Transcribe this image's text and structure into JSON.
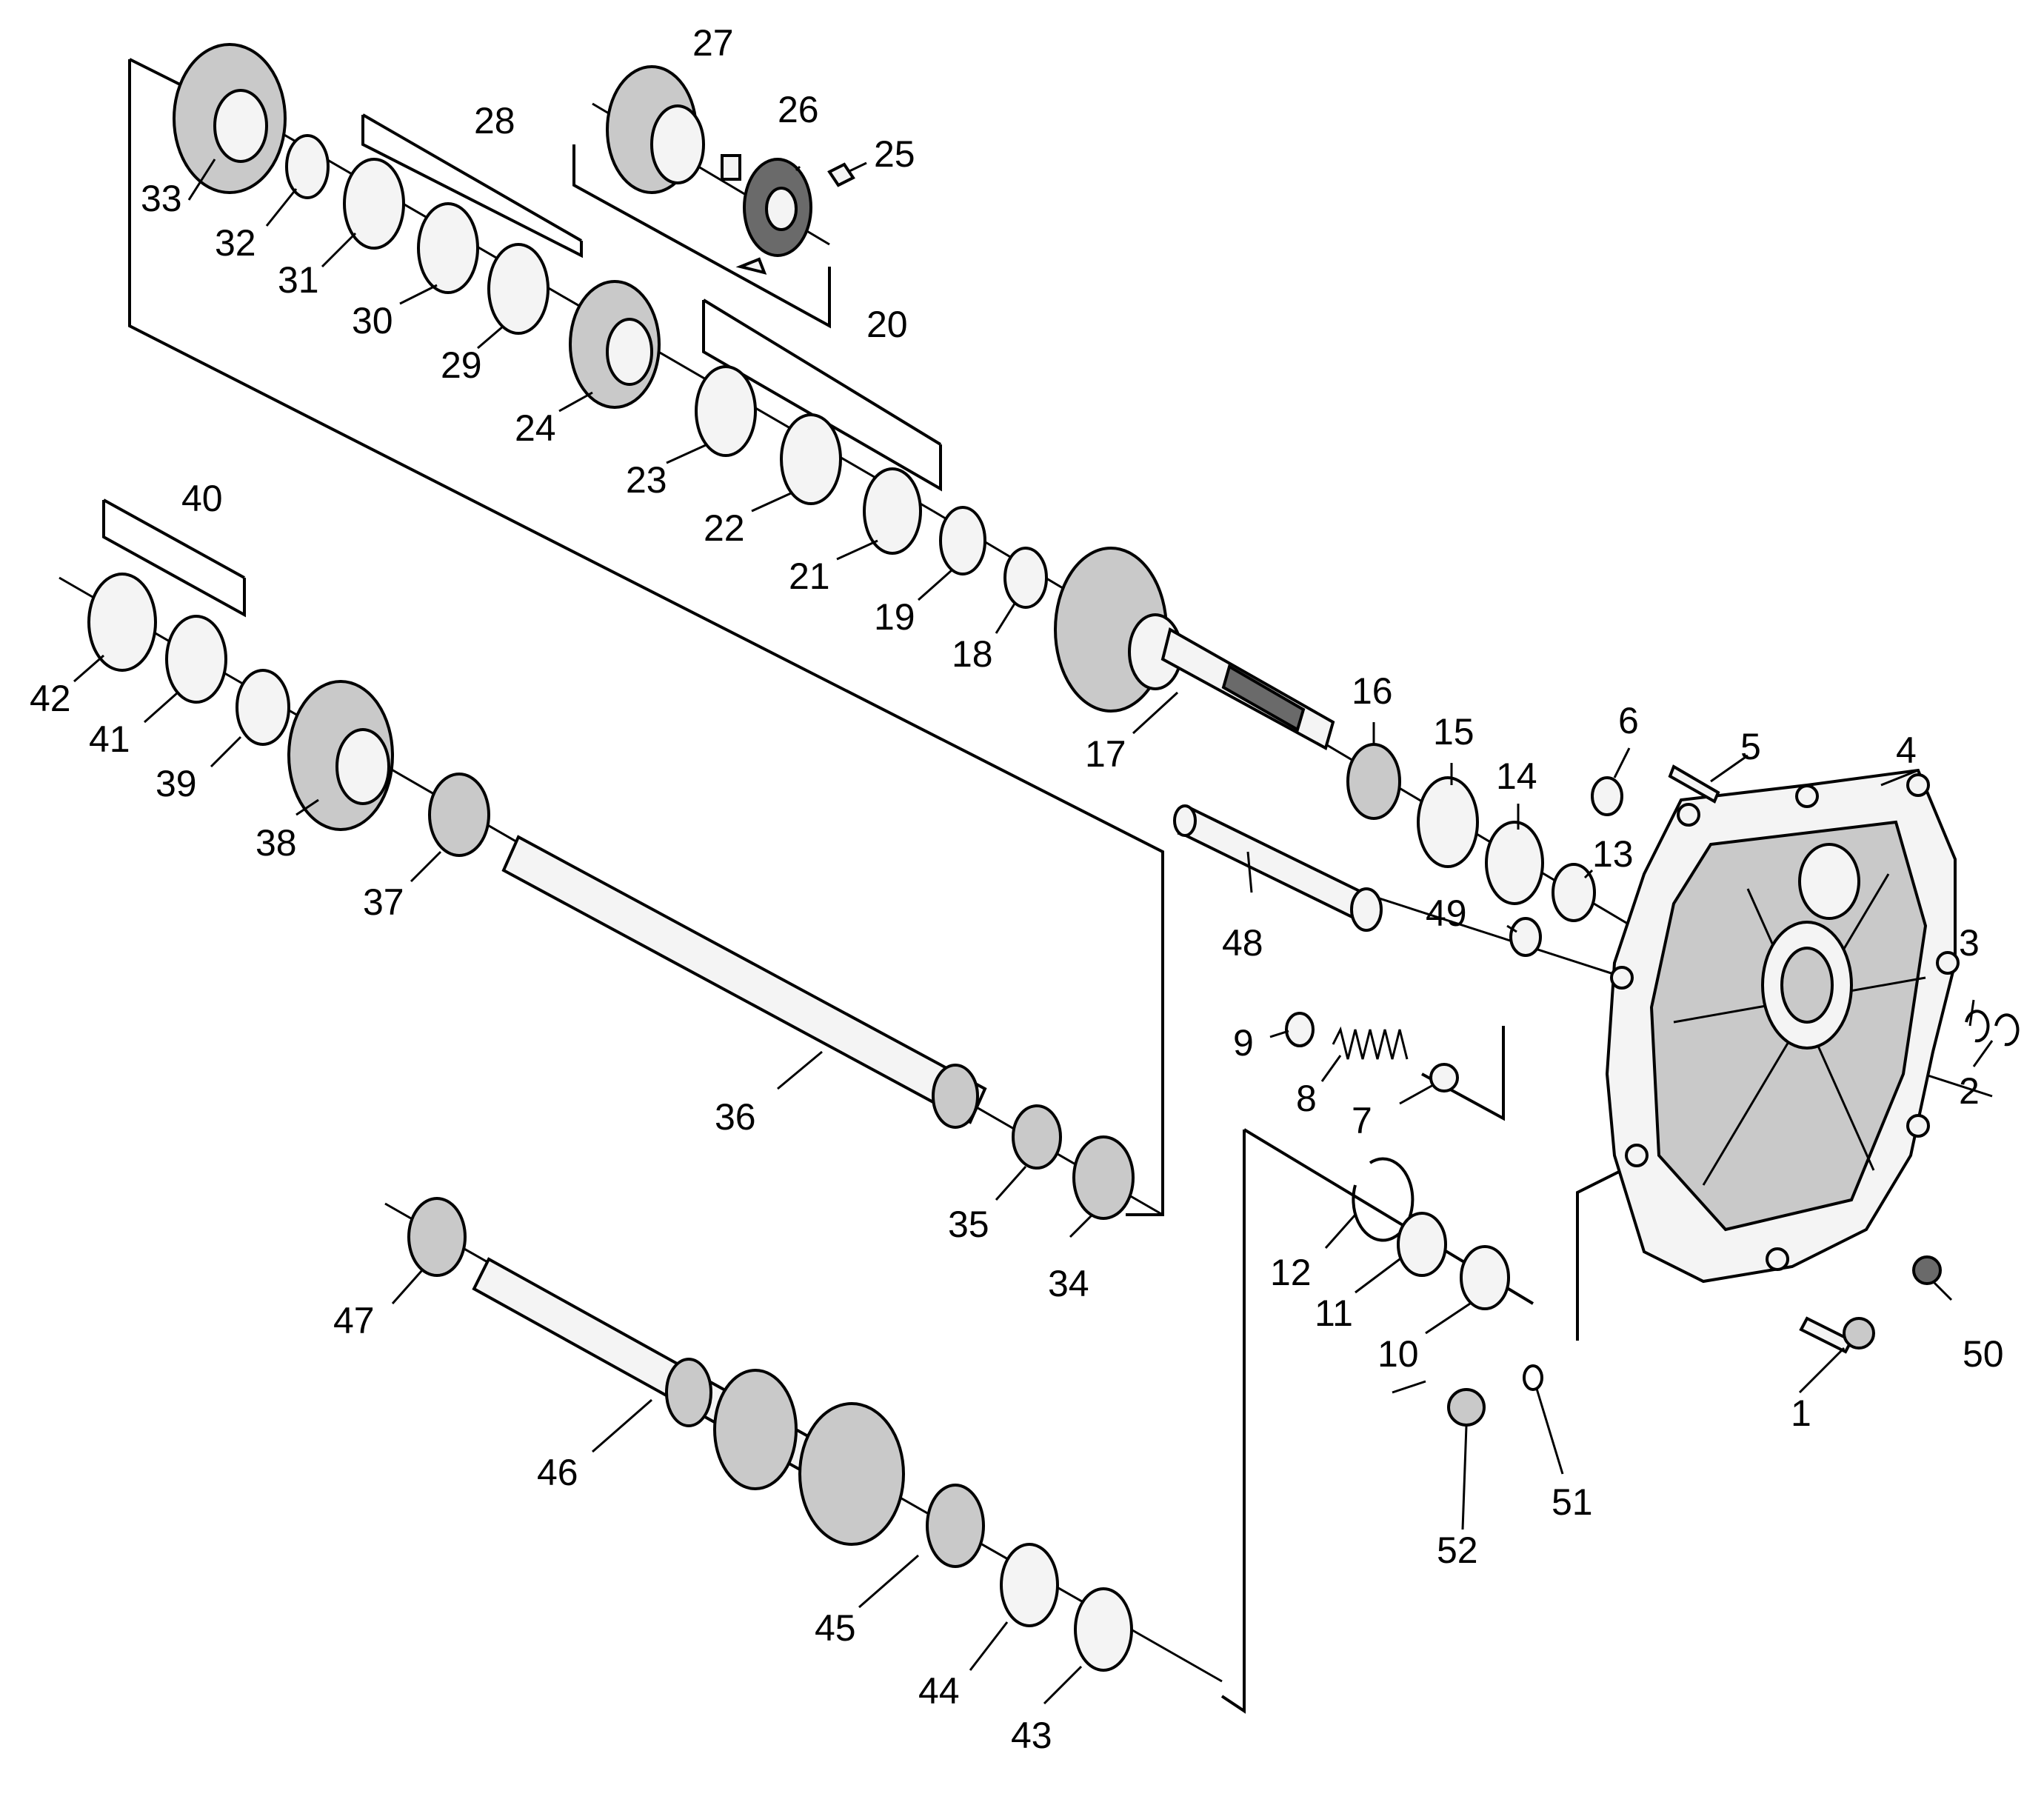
{
  "diagram": {
    "callouts": [
      {
        "id": "c1",
        "text": "1"
      },
      {
        "id": "c2",
        "text": "2"
      },
      {
        "id": "c3",
        "text": "3"
      },
      {
        "id": "c4",
        "text": "4"
      },
      {
        "id": "c5",
        "text": "5"
      },
      {
        "id": "c6",
        "text": "6"
      },
      {
        "id": "c7",
        "text": "7"
      },
      {
        "id": "c8",
        "text": "8"
      },
      {
        "id": "c9",
        "text": "9"
      },
      {
        "id": "c10",
        "text": "10"
      },
      {
        "id": "c11",
        "text": "11"
      },
      {
        "id": "c12",
        "text": "12"
      },
      {
        "id": "c13",
        "text": "13"
      },
      {
        "id": "c14",
        "text": "14"
      },
      {
        "id": "c15",
        "text": "15"
      },
      {
        "id": "c16",
        "text": "16"
      },
      {
        "id": "c17",
        "text": "17"
      },
      {
        "id": "c18",
        "text": "18"
      },
      {
        "id": "c19",
        "text": "19"
      },
      {
        "id": "c20",
        "text": "20"
      },
      {
        "id": "c21",
        "text": "21"
      },
      {
        "id": "c22",
        "text": "22"
      },
      {
        "id": "c23",
        "text": "23"
      },
      {
        "id": "c24",
        "text": "24"
      },
      {
        "id": "c25",
        "text": "25"
      },
      {
        "id": "c26",
        "text": "26"
      },
      {
        "id": "c27",
        "text": "27"
      },
      {
        "id": "c28",
        "text": "28"
      },
      {
        "id": "c29",
        "text": "29"
      },
      {
        "id": "c30",
        "text": "30"
      },
      {
        "id": "c31",
        "text": "31"
      },
      {
        "id": "c32",
        "text": "32"
      },
      {
        "id": "c33",
        "text": "33"
      },
      {
        "id": "c34",
        "text": "34"
      },
      {
        "id": "c35",
        "text": "35"
      },
      {
        "id": "c36",
        "text": "36"
      },
      {
        "id": "c37",
        "text": "37"
      },
      {
        "id": "c38",
        "text": "38"
      },
      {
        "id": "c39",
        "text": "39"
      },
      {
        "id": "c40",
        "text": "40"
      },
      {
        "id": "c41",
        "text": "41"
      },
      {
        "id": "c42",
        "text": "42"
      },
      {
        "id": "c43",
        "text": "43"
      },
      {
        "id": "c44",
        "text": "44"
      },
      {
        "id": "c45",
        "text": "45"
      },
      {
        "id": "c46",
        "text": "46"
      },
      {
        "id": "c47",
        "text": "47"
      },
      {
        "id": "c48",
        "text": "48"
      },
      {
        "id": "c49",
        "text": "49"
      },
      {
        "id": "c50",
        "text": "50"
      },
      {
        "id": "c51",
        "text": "51"
      },
      {
        "id": "c52",
        "text": "52"
      }
    ]
  }
}
